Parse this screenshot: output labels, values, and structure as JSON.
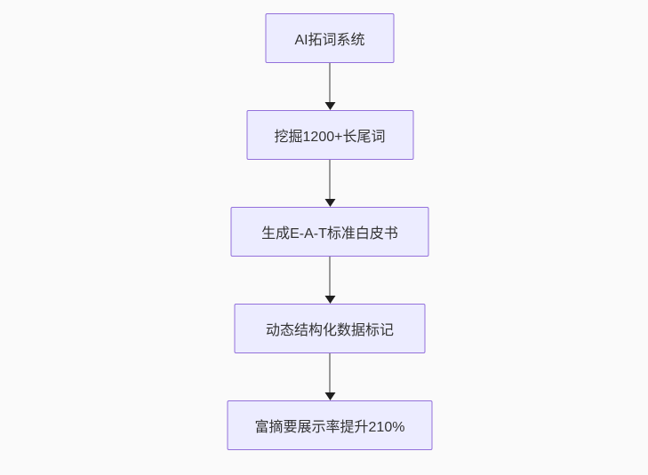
{
  "diagram": {
    "type": "flowchart-top-down",
    "nodes": [
      {
        "id": "n1",
        "label": "AI拓词系统"
      },
      {
        "id": "n2",
        "label": "挖掘1200+长尾词"
      },
      {
        "id": "n3",
        "label": "生成E-A-T标准白皮书"
      },
      {
        "id": "n4",
        "label": "动态结构化数据标记"
      },
      {
        "id": "n5",
        "label": "富摘要展示率提升210%"
      }
    ],
    "edges": [
      {
        "from": "n1",
        "to": "n2"
      },
      {
        "from": "n2",
        "to": "n3"
      },
      {
        "from": "n3",
        "to": "n4"
      },
      {
        "from": "n4",
        "to": "n5"
      }
    ],
    "colors": {
      "node_fill": "#ECECFF",
      "node_border": "#9370DB",
      "node_text": "#333333",
      "arrow": "#333333",
      "background": "#FAFAFA"
    }
  }
}
